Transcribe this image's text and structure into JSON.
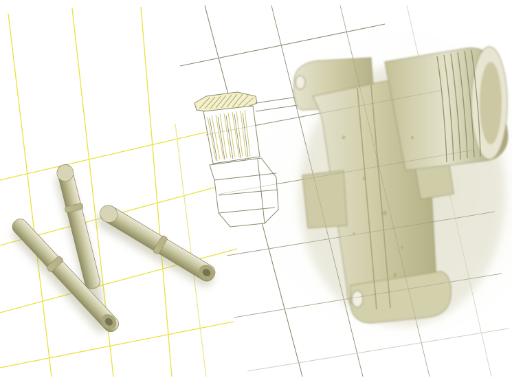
{
  "scene": {
    "background": "#ffffff",
    "palette": {
      "grid_yellow": "#e8e23a",
      "grid_gray": "#8c8a72",
      "grid_light": "#d7d6c6",
      "part_tone": "#c9c79f",
      "part_shadow": "#a8a57a",
      "part_highlight": "#eceada",
      "sketch_line": "#8a886c",
      "sketch_accent": "#e0d74a"
    },
    "objects": [
      "yellow-grid",
      "gray-grid",
      "metal-pins",
      "hex-fitting-sketch",
      "valve-body-photo"
    ]
  }
}
